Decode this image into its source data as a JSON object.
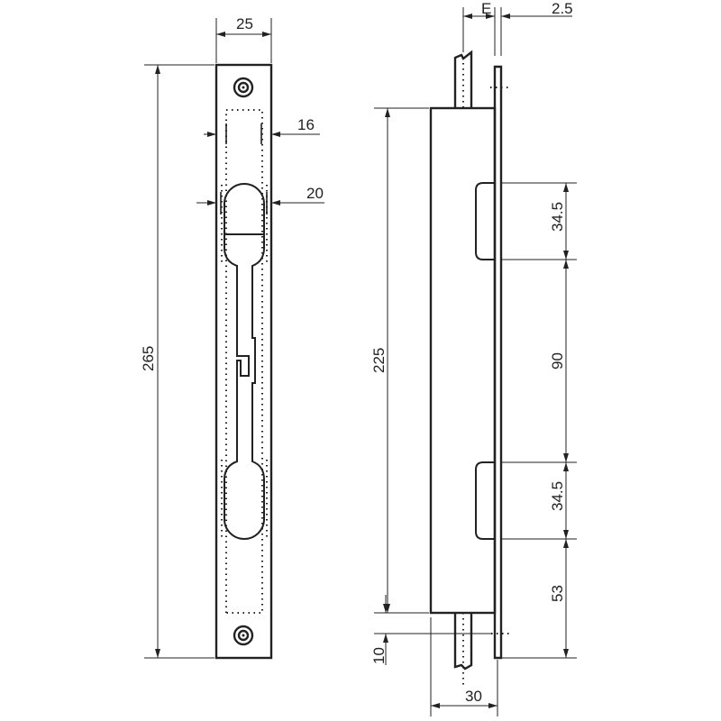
{
  "dimensions": {
    "plate_width": "25",
    "total_length": "265",
    "slot_width": "16",
    "oval_width": "20",
    "e_label": "E",
    "plate_thickness": "2.5",
    "body_length": "225",
    "upper_notch": "34.5",
    "notch_spacing": "90",
    "lower_notch": "34.5",
    "bottom_offset": "53",
    "rod_offset": "10",
    "body_depth": "30"
  }
}
